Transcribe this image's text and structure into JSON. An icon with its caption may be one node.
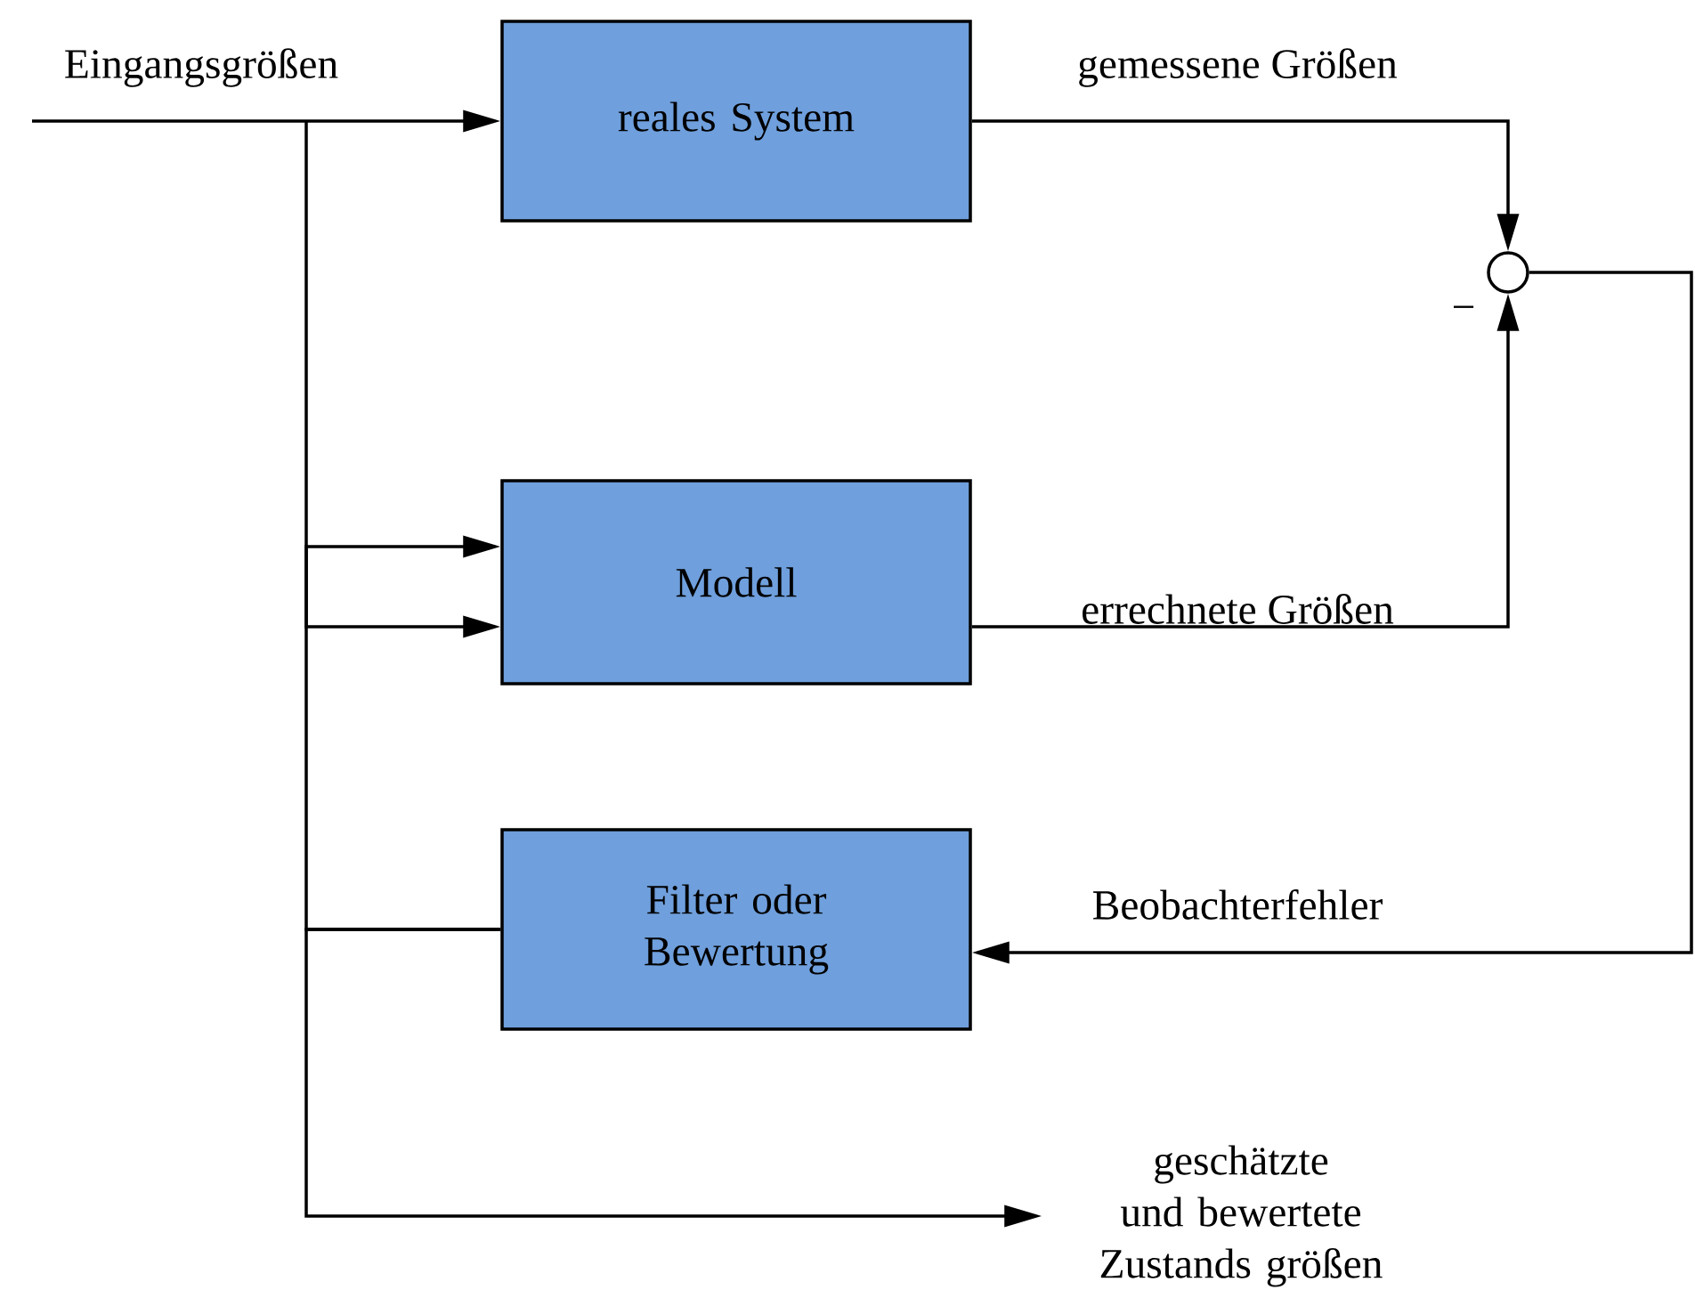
{
  "diagram": {
    "nodes": [
      {
        "text": [
          "reales System"
        ]
      },
      {
        "text": [
          "Modell"
        ]
      },
      {
        "text": [
          "Filter oder Bewertung"
        ]
      },
      {
        "text": [],
        "shape": "circle"
      },
      {
        "text": [
          "geschätzte und bewertete Zustands größen"
        ]
      }
    ],
    "edges": [
      {
        "from": null,
        "to": 0,
        "arrow": "to",
        "label": "Eingangsgrößen"
      },
      {
        "from": null,
        "to": 1,
        "arrow": "to"
      },
      {
        "from": 0,
        "to": 3,
        "arrow": "to",
        "label": "gemessene Größen"
      },
      {
        "from": 1,
        "to": 3,
        "arrow": "to",
        "label": "errechnete Größen"
      },
      {
        "from": 3,
        "to": 2,
        "arrow": "to",
        "label": "Beobachterfehler"
      },
      {
        "from": 2,
        "to": 1,
        "arrow": "to"
      },
      {
        "from": 2,
        "to": 4,
        "arrow": "to"
      }
    ],
    "labels": [
      "−"
    ]
  }
}
